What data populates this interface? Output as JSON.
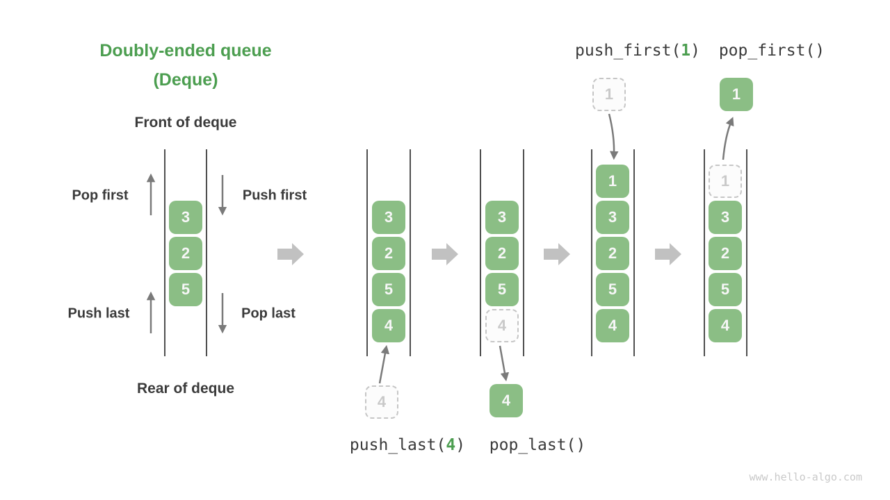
{
  "header": {
    "title_line1": "Doubly-ended queue",
    "title_line2": "(Deque)"
  },
  "labels": {
    "front": "Front of deque",
    "rear": "Rear of deque",
    "pop_first": "Pop first",
    "push_first": "Push first",
    "push_last": "Push last",
    "pop_last": "Pop last"
  },
  "calls": {
    "push_last": {
      "fn": "push_last(",
      "arg": "4",
      "close": ")"
    },
    "pop_last": {
      "text": "pop_last()"
    },
    "push_first": {
      "fn": "push_first(",
      "arg": "1",
      "close": ")"
    },
    "pop_first": {
      "text": "pop_first()"
    }
  },
  "queues": [
    {
      "cells": [
        "3",
        "2",
        "5"
      ]
    },
    {
      "cells": [
        "3",
        "2",
        "5",
        "4"
      ],
      "incoming": "4"
    },
    {
      "cells": [
        "3",
        "2",
        "5",
        "4"
      ],
      "outgoing": "4"
    },
    {
      "cells": [
        "1",
        "3",
        "2",
        "5",
        "4"
      ],
      "incoming": "1"
    },
    {
      "cells": [
        "1",
        "3",
        "2",
        "5",
        "4"
      ],
      "outgoing": "1"
    }
  ],
  "colors": {
    "block_green": "#8bbe85",
    "title_green": "#4c9e50",
    "text_dark": "#3a3a3a",
    "thin_arrow_gray": "#7a7a7a",
    "transition_arrow_gray": "#c1c1c1",
    "ghost_gray": "#c9c9c9",
    "wall_gray": "#4f4f4f"
  },
  "watermark": "www.hello-algo.com"
}
